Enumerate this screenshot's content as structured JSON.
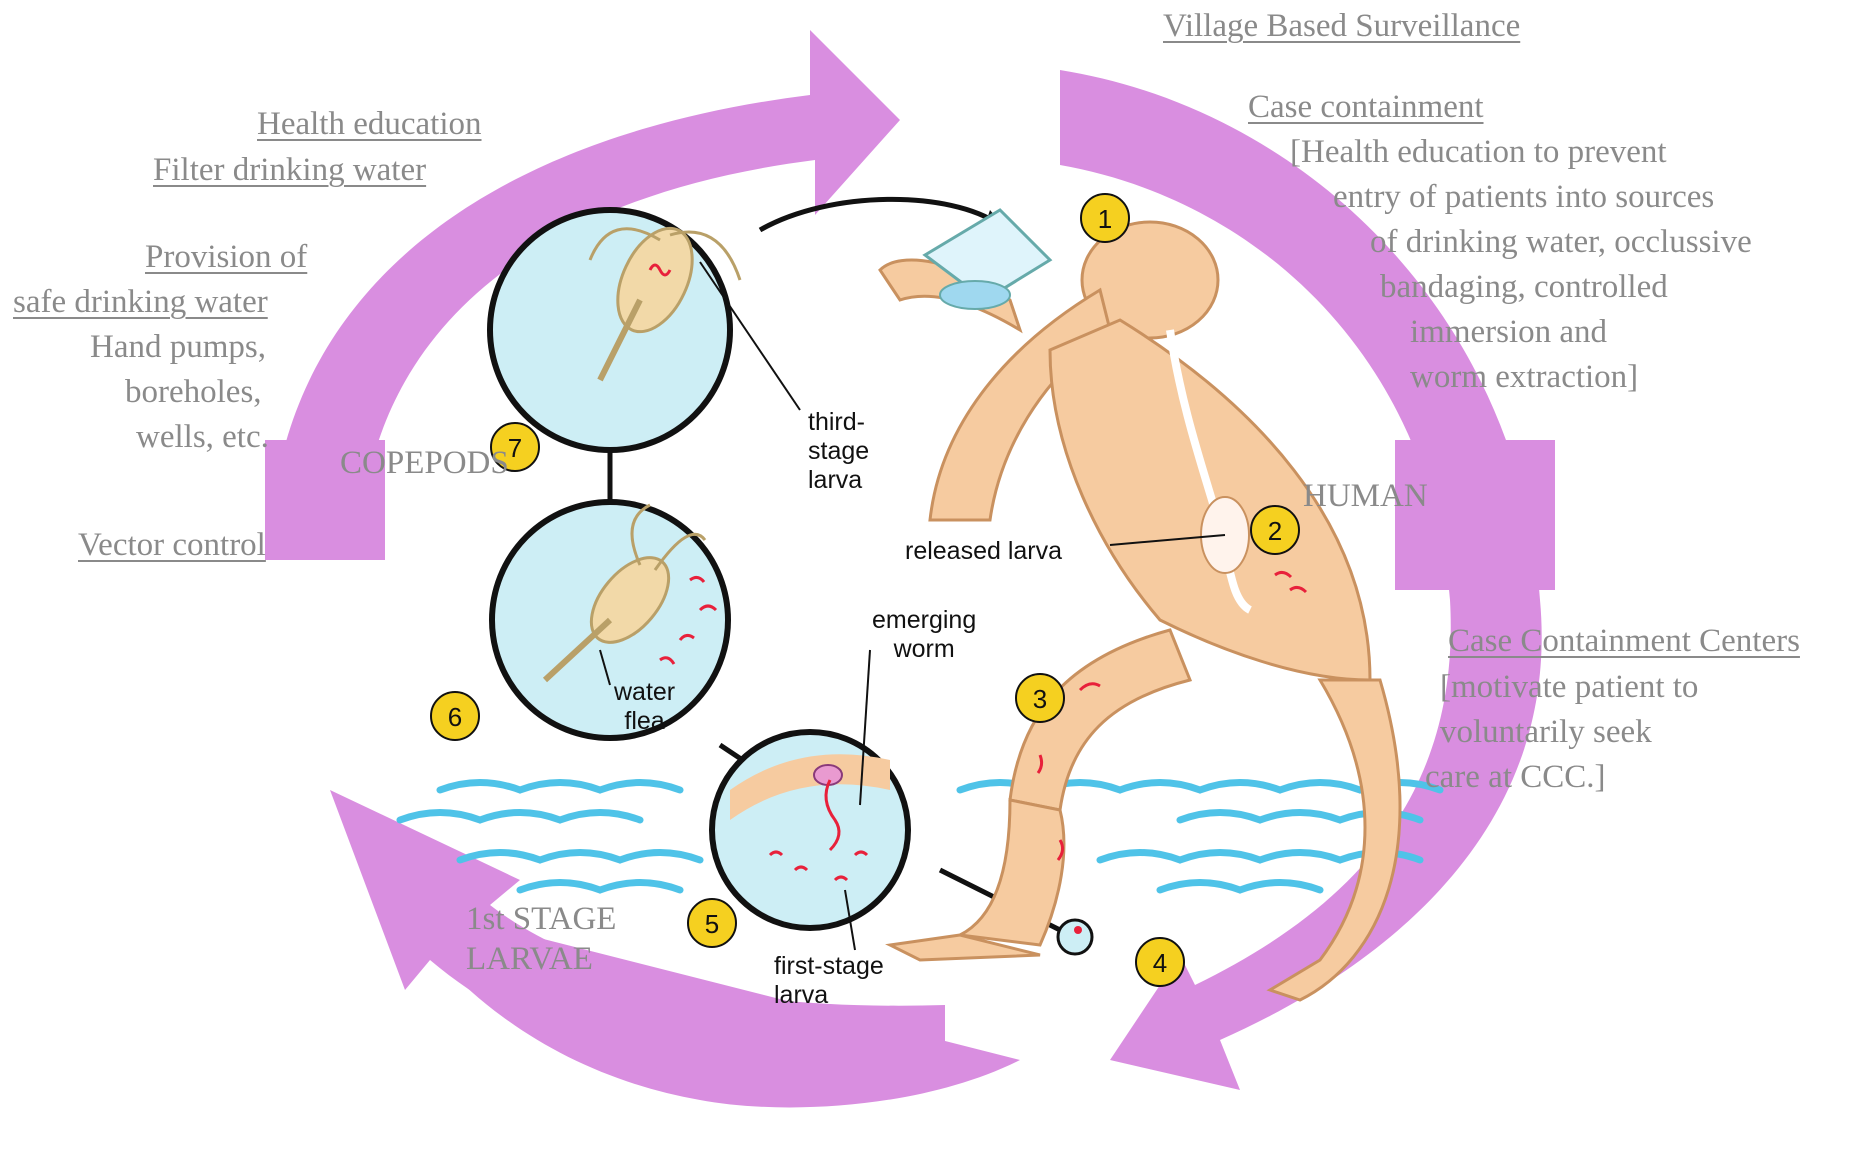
{
  "interventions": {
    "village_surveillance": "Village Based Surveillance",
    "case_containment": "Case containment",
    "case_containment_detail": [
      "[Health education to prevent",
      "entry of patients into sources",
      "of drinking water, occlussive",
      "bandaging, controlled",
      "immersion and",
      "worm  extraction]"
    ],
    "health_education": "Health education",
    "filter_water": "Filter drinking water",
    "provision_of": "Provision of",
    "safe_water": "safe drinking water",
    "safe_water_detail": [
      "Hand pumps,",
      "boreholes,",
      "wells, etc."
    ],
    "vector_control": "Vector control",
    "ccc_title": "Case Containment Centers",
    "ccc_detail": [
      "[motivate patient to",
      "voluntarily seek",
      "care at CCC.]"
    ]
  },
  "stage_labels": {
    "copepods": "COPEPODS",
    "human": "HUMAN",
    "first_stage_larvae": [
      "1st STAGE",
      "LARVAE"
    ]
  },
  "diagram_labels": {
    "third_stage_larva": [
      "third-",
      "stage",
      "larva"
    ],
    "released_larva": "released larva",
    "emerging_worm": [
      "emerging",
      "worm"
    ],
    "water_flea": [
      "water",
      "flea"
    ],
    "first_stage_larva": [
      "first-stage",
      "larva"
    ]
  },
  "steps": [
    "1",
    "2",
    "3",
    "4",
    "5",
    "6",
    "7"
  ],
  "colors": {
    "arrow": "#d98ee0",
    "circle_fill": "#cdeef5",
    "body": "#f6cba0",
    "water": "#4fc3e8",
    "step_badge": "#f5d020",
    "larva": "#e8213b",
    "text_gray": "#8a8a8a"
  }
}
